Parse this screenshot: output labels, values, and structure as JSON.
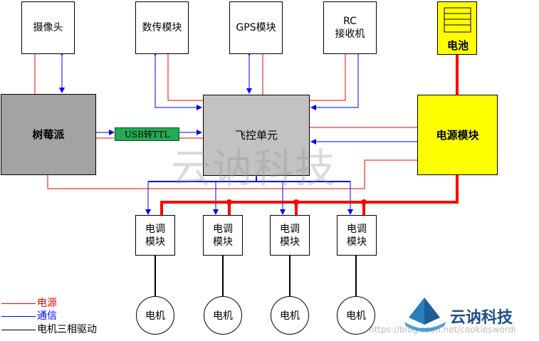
{
  "colors": {
    "power": "#ff0000",
    "comm": "#0000ff",
    "drive": "#000000",
    "battery": "#ffff00",
    "raspberry": "#a3a3a3",
    "flight": "#c2c2c2",
    "usb": "#22aa55"
  },
  "nodes": {
    "camera": "摄像头",
    "data_radio": "数传模块",
    "gps": "GPS模块",
    "rc_line1": "RC",
    "rc_line2": "接收机",
    "battery": "电池",
    "raspberry_pi": "树莓派",
    "usb_ttl": "USB转TTL",
    "flight_controller": "飞控单元",
    "power_module": "电源模块",
    "esc_line1": "电调",
    "esc_line2": "模块",
    "motor": "电机"
  },
  "legend": [
    {
      "label": "电源",
      "color": "#ff0000"
    },
    {
      "label": "通信",
      "color": "#0000ff"
    },
    {
      "label": "电机三相驱动",
      "color": "#000000"
    }
  ],
  "watermark": "云讷科技",
  "logo": {
    "text": "云讷科技",
    "icon": "boat-logo-icon"
  },
  "source_url": "https://blog.csdn.net/cookieswordi"
}
